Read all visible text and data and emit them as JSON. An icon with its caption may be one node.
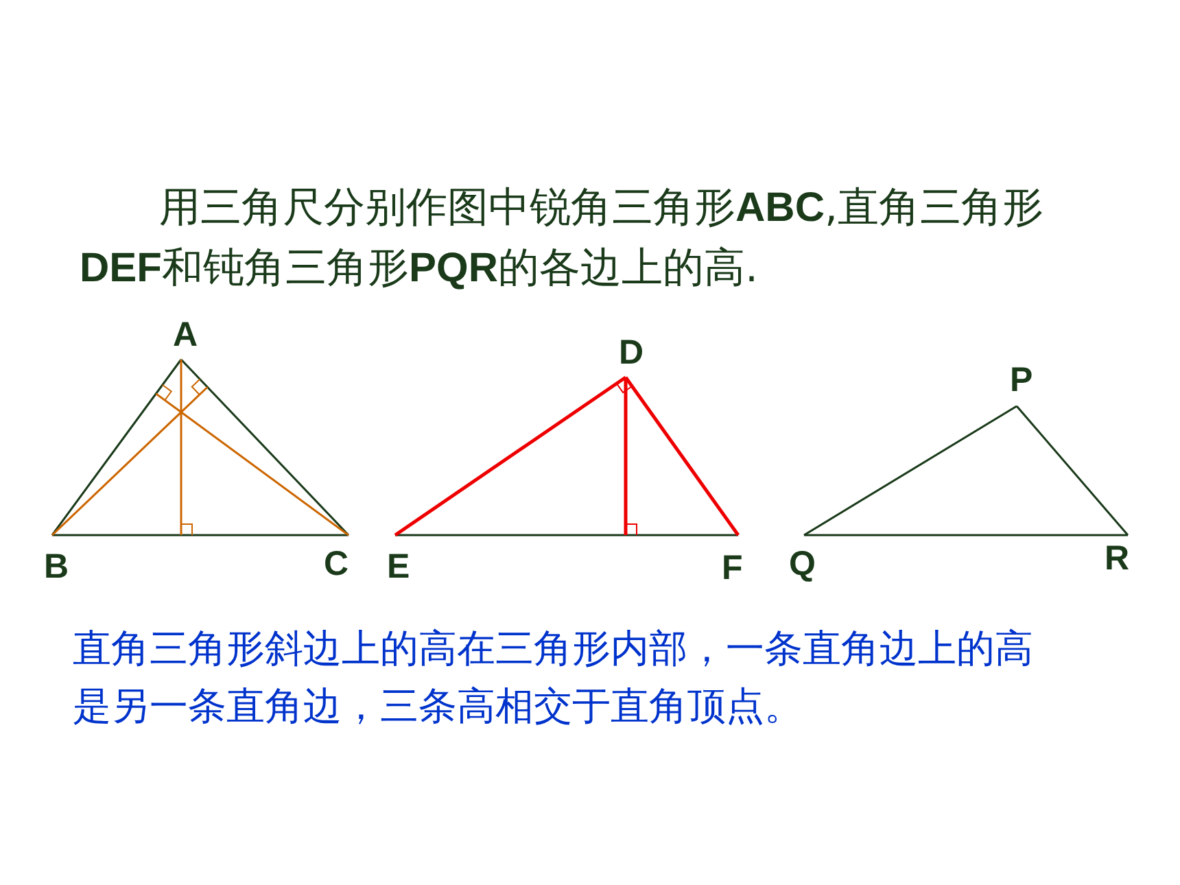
{
  "diagram": {
    "title": "用三角尺分别作图中锐角三角形**ABC**,直角三角形**DEF**和钝角三角形**PQR**的各边上的高.",
    "caption": "直角三角形斜边上的高在三角形内部，一条直角边上的高是另一条直角边，三条高相交于直角顶点。",
    "labels": [
      "A",
      "D",
      "P",
      "B",
      "C",
      "E",
      "F",
      "Q",
      "R"
    ]
  }
}
